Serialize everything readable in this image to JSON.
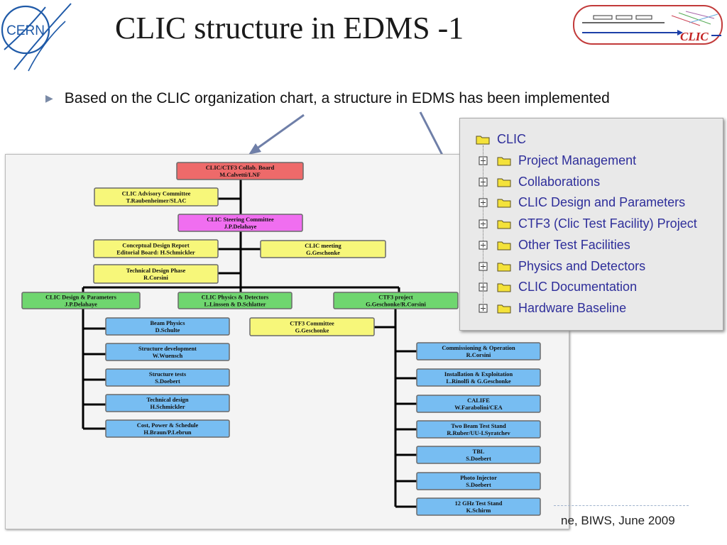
{
  "slide": {
    "title": "CLIC structure in EDMS -1",
    "bullet": "Based on the CLIC organization chart,  a structure in EDMS has been implemented",
    "footer": "ne, BIWS, June 2009",
    "logo_text": "CERN",
    "clic_logo_text": "CLIC"
  },
  "org_chart": {
    "top": [
      {
        "id": "board",
        "lines": [
          "CLIC/CTF3 Collab. Board",
          "M.Calvetti/LNF"
        ],
        "color": "red"
      },
      {
        "id": "advisory",
        "lines": [
          "CLIC Advisory Committee",
          "T.Raubenheimer/SLAC"
        ],
        "color": "yellow"
      },
      {
        "id": "steering",
        "lines": [
          "CLIC Steering Committee",
          "J.P.Delahaye"
        ],
        "color": "magenta"
      },
      {
        "id": "cdr",
        "lines": [
          "Conceptual Design Report",
          "Editorial Board:  H.Schmickler"
        ],
        "color": "yellow"
      },
      {
        "id": "meeting",
        "lines": [
          "CLIC meeting",
          "G.Geschonke"
        ],
        "color": "yellow"
      },
      {
        "id": "tdp",
        "lines": [
          "Technical Design Phase",
          "R.Corsini"
        ],
        "color": "yellow"
      }
    ],
    "branches": [
      {
        "id": "design",
        "lines": [
          "CLIC Design & Parameters",
          "J.P.Delahaye"
        ],
        "color": "green"
      },
      {
        "id": "physics",
        "lines": [
          "CLIC Physics & Detectors",
          "L.Linssen & D.Schlatter"
        ],
        "color": "green"
      },
      {
        "id": "ctf3",
        "lines": [
          "CTF3 project",
          "G.Geschonke/R.Corsini"
        ],
        "color": "green"
      }
    ],
    "ctf3_committee": {
      "lines": [
        "CTF3 Committee",
        "G.Geschonke"
      ],
      "color": "yellow"
    },
    "design_children": [
      {
        "lines": [
          "Beam Physics",
          "D.Schulte"
        ]
      },
      {
        "lines": [
          "Structure development",
          "W.Wuensch"
        ]
      },
      {
        "lines": [
          "Structure tests",
          "S.Doebert"
        ]
      },
      {
        "lines": [
          "Technical design",
          "H.Schmickler"
        ]
      },
      {
        "lines": [
          "Cost, Power & Schedule",
          "H.Braun/P.Lebrun"
        ]
      }
    ],
    "ctf3_children": [
      {
        "lines": [
          "Commissioning & Operation",
          "R.Corsini"
        ]
      },
      {
        "lines": [
          "Installation & Exploitation",
          "L.Rinolfi & G.Geschonke"
        ]
      },
      {
        "lines": [
          "CALIFE",
          "W.Farabolini/CEA"
        ]
      },
      {
        "lines": [
          "Two Beam Test Stand",
          "R.Ruber/UU-I.Syratchev"
        ]
      },
      {
        "lines": [
          "TBL",
          "S.Doebert"
        ]
      },
      {
        "lines": [
          "Photo Injector",
          "S.Doebert"
        ]
      },
      {
        "lines": [
          "12 GHz Test Stand",
          "K.Schirm"
        ]
      }
    ]
  },
  "edms_tree": {
    "root": "CLIC",
    "items": [
      "Project Management",
      "Collaborations",
      "CLIC Design and Parameters",
      "CTF3 (Clic Test Facility) Project",
      "Other Test Facilities",
      "Physics and Detectors",
      "CLIC Documentation",
      "Hardware Baseline"
    ]
  },
  "colors": {
    "red": "#ee6a6a",
    "yellow": "#f7f77a",
    "magenta": "#f06ef0",
    "green": "#6fd66f",
    "blue": "#77bdf2",
    "arrow": "#6f7fa8",
    "tree_text": "#2e2e9a"
  }
}
